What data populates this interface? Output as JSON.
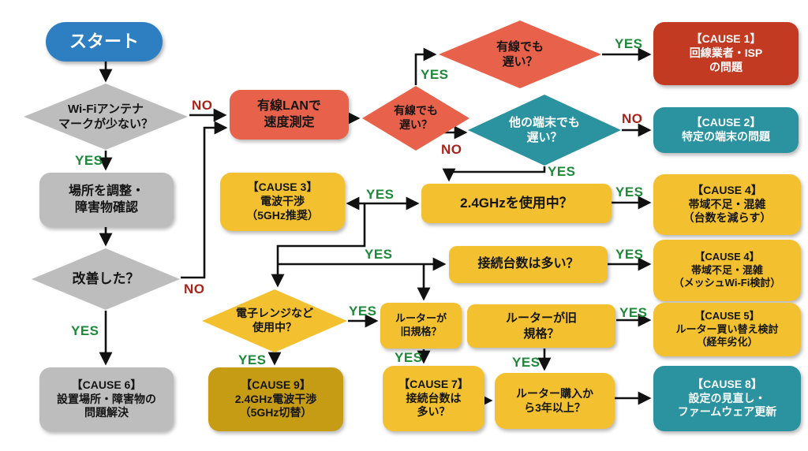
{
  "title": "Wi-Fi troubleshooting flowchart",
  "edge_labels": {
    "yes": "YES",
    "no": "NO"
  },
  "colors": {
    "background": "#ffffff",
    "start_blue": "#2e7fc1",
    "gray": "#bdbdbd",
    "orange": "#e8614a",
    "dark_red": "#c23a22",
    "teal": "#2b93a0",
    "yellow": "#f3c12f",
    "dark_gold": "#c79c15",
    "yes_green": "#1d8a3a",
    "no_red": "#a8241b",
    "line_black": "#111111"
  },
  "nodes": {
    "start": {
      "label": "スタート"
    },
    "wifi_antenna_q": {
      "label": "Wi-Fiアンテナ\nマークが少ない？"
    },
    "adjust_location": {
      "label": "場所を調整・\n障害物確認"
    },
    "improved_q": {
      "label": "改善した？"
    },
    "cause6": {
      "label": "【CAUSE 6】\n設置場所・障害物の\n問題解決"
    },
    "wired_lan_test": {
      "label": "有線LANで\n速度測定"
    },
    "wired_slow_q1": {
      "label": "有線でも\n遅い？"
    },
    "wired_slow_q2": {
      "label": "有線でも\n遅い？"
    },
    "cause1": {
      "label": "【CAUSE 1】\n回線業者・ISP\nの問題"
    },
    "other_devices_q": {
      "label": "他の端末でも\n遅い？"
    },
    "cause2": {
      "label": "【CAUSE 2】\n特定の端末の問題"
    },
    "cause3": {
      "label": "【CAUSE 3】\n電波干渉\n（5GHz推奨）"
    },
    "using_24ghz_q": {
      "label": "2.4GHzを使用中？"
    },
    "cause4a": {
      "label": "【CAUSE 4】\n帯域不足・混雑\n（台数を減らす）"
    },
    "many_devices_q": {
      "label": "接続台数は多い？"
    },
    "cause4b": {
      "label": "【CAUSE 4】\n帯域不足・混雑\n（メッシュWi-Fi検討）"
    },
    "microwave_q": {
      "label": "電子レンジなど\n使用中？"
    },
    "old_router_q1": {
      "label": "ルーターが\n旧規格？"
    },
    "old_router_q2": {
      "label": "ルーターが旧\n規格？"
    },
    "cause5": {
      "label": "【CAUSE 5】\nルーター買い替え検討\n（経年劣化）"
    },
    "cause9": {
      "label": "【CAUSE 9】\n2.4GHz電波干渉\n（5GHz切替）"
    },
    "cause7": {
      "label": "【CAUSE 7】\n接続台数は\n多い？"
    },
    "router_3years_q": {
      "label": "ルーター購入か\nら3年以上？"
    },
    "cause8": {
      "label": "【CAUSE 8】\n設定の見直し・\nファームウェア更新"
    }
  },
  "flow": [
    {
      "from": "start",
      "to": "wifi_antenna_q",
      "label": ""
    },
    {
      "from": "wifi_antenna_q",
      "to": "adjust_location",
      "label": "YES"
    },
    {
      "from": "wifi_antenna_q",
      "to": "wired_lan_test",
      "label": "NO"
    },
    {
      "from": "adjust_location",
      "to": "improved_q",
      "label": ""
    },
    {
      "from": "improved_q",
      "to": "cause6",
      "label": "YES"
    },
    {
      "from": "improved_q",
      "to": "wired_lan_test",
      "label": "NO"
    },
    {
      "from": "wired_lan_test",
      "to": "wired_slow_q1",
      "label": ""
    },
    {
      "from": "wired_slow_q1",
      "to": "wired_slow_q2",
      "label": "YES"
    },
    {
      "from": "wired_slow_q1",
      "to": "other_devices_q",
      "label": "NO"
    },
    {
      "from": "wired_slow_q2",
      "to": "cause1",
      "label": "YES"
    },
    {
      "from": "other_devices_q",
      "to": "cause2",
      "label": "NO"
    },
    {
      "from": "other_devices_q",
      "to": "using_24ghz_q",
      "label": "YES"
    },
    {
      "from": "using_24ghz_q",
      "to": "cause3",
      "label": "YES"
    },
    {
      "from": "using_24ghz_q",
      "to": "cause4a",
      "label": "YES"
    },
    {
      "from": "using_24ghz_q",
      "to": "many_devices_q",
      "label": "YES"
    },
    {
      "from": "using_24ghz_q",
      "to": "microwave_q",
      "label": "YES"
    },
    {
      "from": "using_24ghz_q",
      "to": "old_router_q1",
      "label": "YES"
    },
    {
      "from": "many_devices_q",
      "to": "cause4b",
      "label": "YES"
    },
    {
      "from": "microwave_q",
      "to": "old_router_q1",
      "label": "YES"
    },
    {
      "from": "microwave_q",
      "to": "cause9",
      "label": "YES"
    },
    {
      "from": "old_router_q1",
      "to": "cause7",
      "label": "YES"
    },
    {
      "from": "old_router_q2",
      "to": "cause5",
      "label": "YES"
    },
    {
      "from": "old_router_q2",
      "to": "router_3years_q",
      "label": "YES"
    },
    {
      "from": "cause7",
      "to": "router_3years_q",
      "label": ""
    },
    {
      "from": "router_3years_q",
      "to": "cause8",
      "label": ""
    }
  ]
}
